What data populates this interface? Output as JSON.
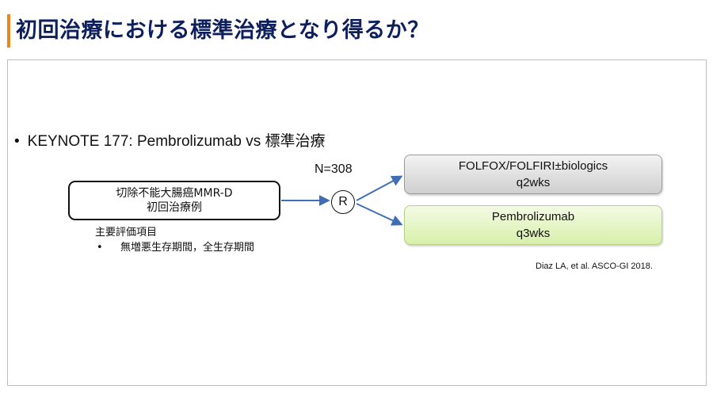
{
  "title": "初回治療における標準治療となり得るか？",
  "bullet": {
    "marker": "•",
    "text": "KEYNOTE 177: Pembrolizumab vs 標準治療"
  },
  "trial": {
    "population": {
      "line1": "切除不能大腸癌MMR-D",
      "line2": "初回治療例"
    },
    "n_label": "N=308",
    "randomization_label": "R",
    "arms": [
      {
        "line1": "FOLFOX/FOLFIRI±biologics",
        "line2": "q2wks"
      },
      {
        "line1": "Pembrolizumab",
        "line2": "q3wks"
      }
    ]
  },
  "endpoints": {
    "heading": "主要評価項目",
    "marker": "•",
    "item": "無増悪生存期間，全生存期間"
  },
  "citation": "Diaz LA, et al. ASCO-GI 2018.",
  "colors": {
    "title_text": "#0d1f5c",
    "accent_bar": "#e8891e",
    "arrow": "#3f6eb5",
    "control_arm_fill": "#dcdcdc",
    "experimental_arm_fill": "#e4f5c6"
  }
}
